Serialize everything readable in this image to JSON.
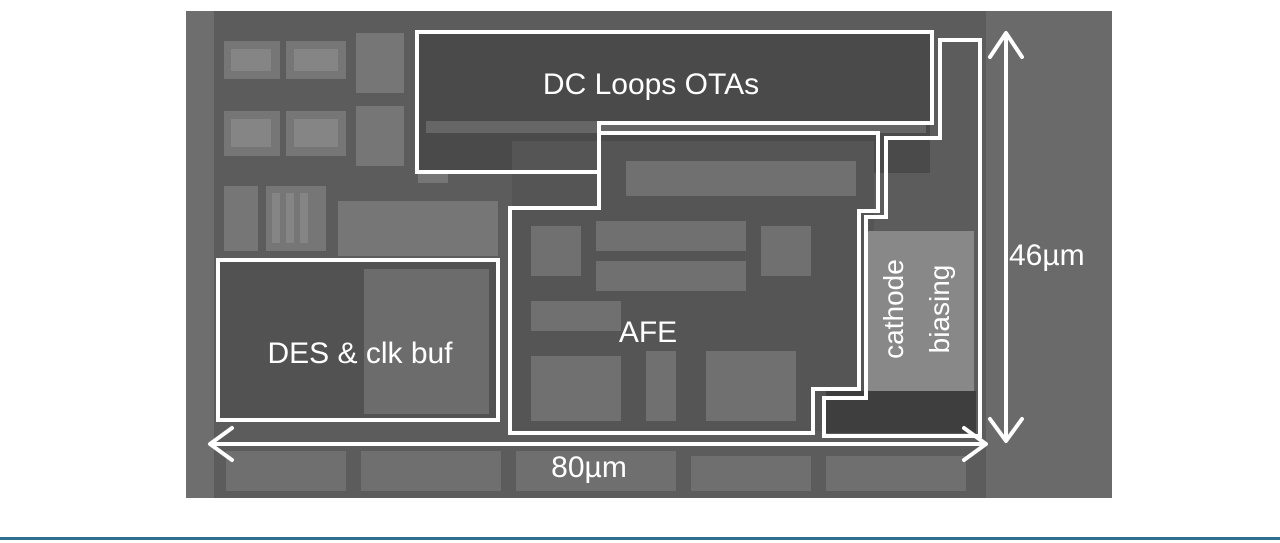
{
  "figure": {
    "blocks": {
      "dc_loops": "DC Loops OTAs",
      "afe": "AFE",
      "des": "DES & clk buf",
      "cathode_line1": "cathode",
      "cathode_line2": "biasing"
    },
    "dimensions": {
      "width": "80µm",
      "height": "46µm"
    }
  }
}
